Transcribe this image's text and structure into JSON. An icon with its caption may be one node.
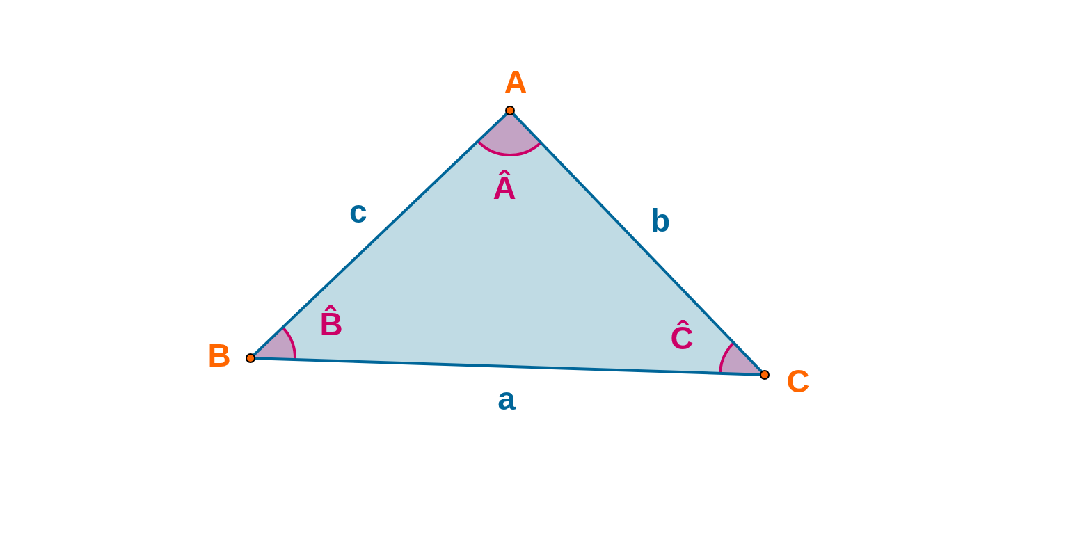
{
  "diagram": {
    "nodes": [
      {
        "text": [],
        "shape": "circle",
        "beside": [
          "A"
        ]
      },
      {
        "text": [],
        "shape": "circle",
        "beside": [
          "B"
        ]
      },
      {
        "text": [],
        "shape": "circle",
        "beside": [
          "C"
        ]
      }
    ],
    "edges": [
      {
        "from": 1,
        "to": 2,
        "arrow": "none",
        "label": "a"
      },
      {
        "from": 0,
        "to": 2,
        "arrow": "none",
        "label": "b"
      },
      {
        "from": 0,
        "to": 1,
        "arrow": "none",
        "label": "c"
      }
    ],
    "labels": [
      "Â",
      "B̂",
      "Ĉ"
    ]
  }
}
